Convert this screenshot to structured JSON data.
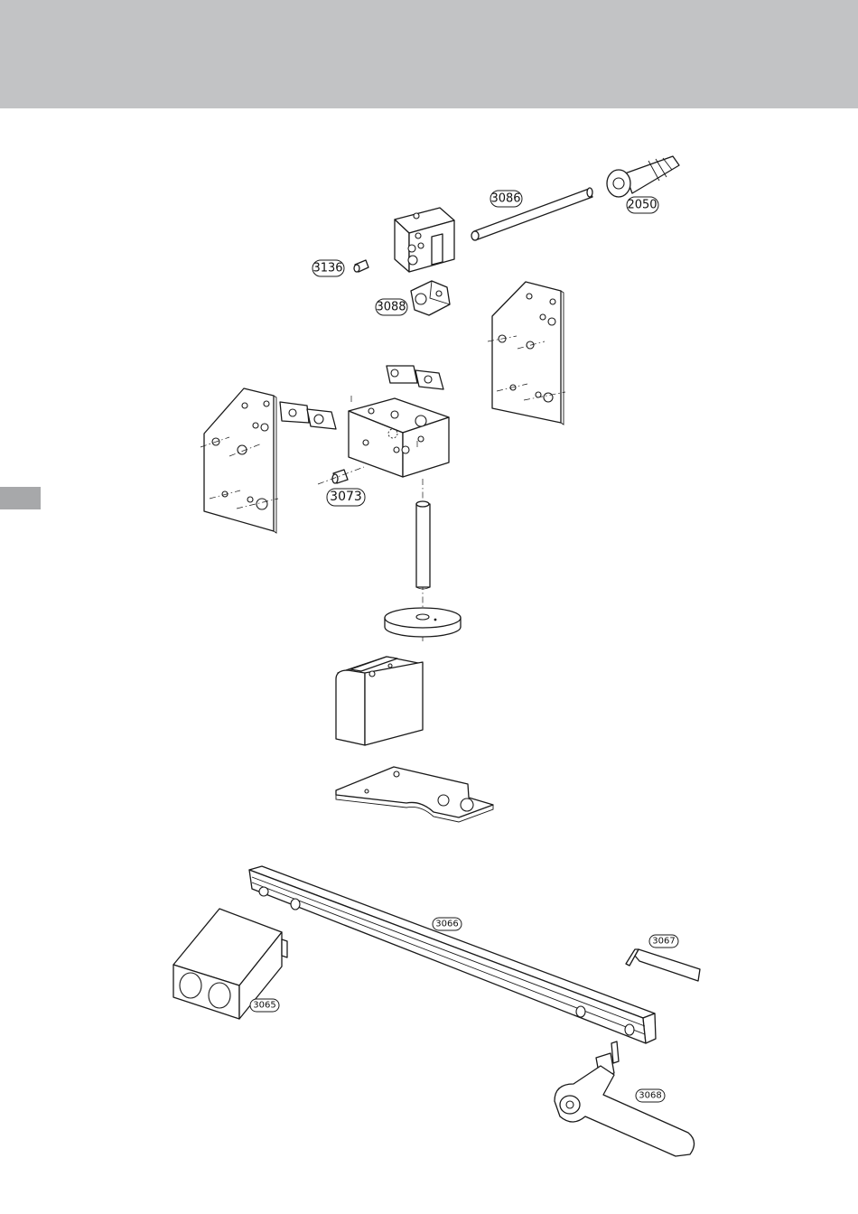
{
  "diagram": {
    "callouts": [
      {
        "id": "3086",
        "label": "3086"
      },
      {
        "id": "2050",
        "label": "2050"
      },
      {
        "id": "3136",
        "label": "3136"
      },
      {
        "id": "3088",
        "label": "3088"
      },
      {
        "id": "3073",
        "label": "3073"
      },
      {
        "id": "3066",
        "label": "3066"
      },
      {
        "id": "3067",
        "label": "3067"
      },
      {
        "id": "3065",
        "label": "3065"
      },
      {
        "id": "3068",
        "label": "3068"
      }
    ]
  }
}
